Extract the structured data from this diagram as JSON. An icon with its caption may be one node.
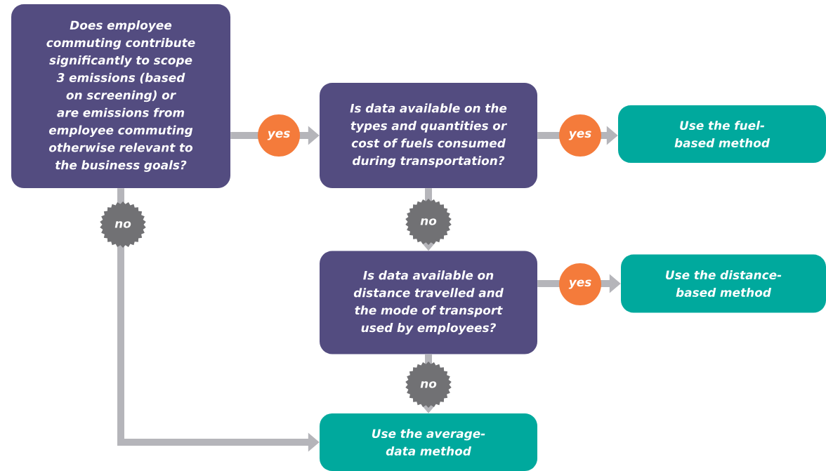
{
  "diagram": {
    "nodes": [
      {
        "text": [
          "Does employee commuting contribute significantly to scope 3 emissions (based on screening) or are emissions from employee commuting otherwise relevant to the business goals?"
        ]
      },
      {
        "text": [
          "Is data available on the types and quantities or cost of fuels consumed during transportation?"
        ]
      },
      {
        "text": [
          "Use the fuel-based method"
        ]
      },
      {
        "text": [
          "Is data available on distance travelled and the mode of transport used by employees?"
        ]
      },
      {
        "text": [
          "Use the distance-based method"
        ]
      },
      {
        "text": [
          "Use the average-data method"
        ]
      }
    ],
    "edges": [
      {
        "from": 0,
        "to": 1,
        "arrow": "to",
        "label": "yes"
      },
      {
        "from": 1,
        "to": 2,
        "arrow": "to",
        "label": "yes"
      },
      {
        "from": 1,
        "to": 3,
        "arrow": "to",
        "label": "no"
      },
      {
        "from": 3,
        "to": 4,
        "arrow": "to",
        "label": "yes"
      },
      {
        "from": 3,
        "to": 5,
        "arrow": "to",
        "label": "no"
      },
      {
        "from": 0,
        "to": 5,
        "arrow": "to",
        "label": "no"
      }
    ]
  }
}
